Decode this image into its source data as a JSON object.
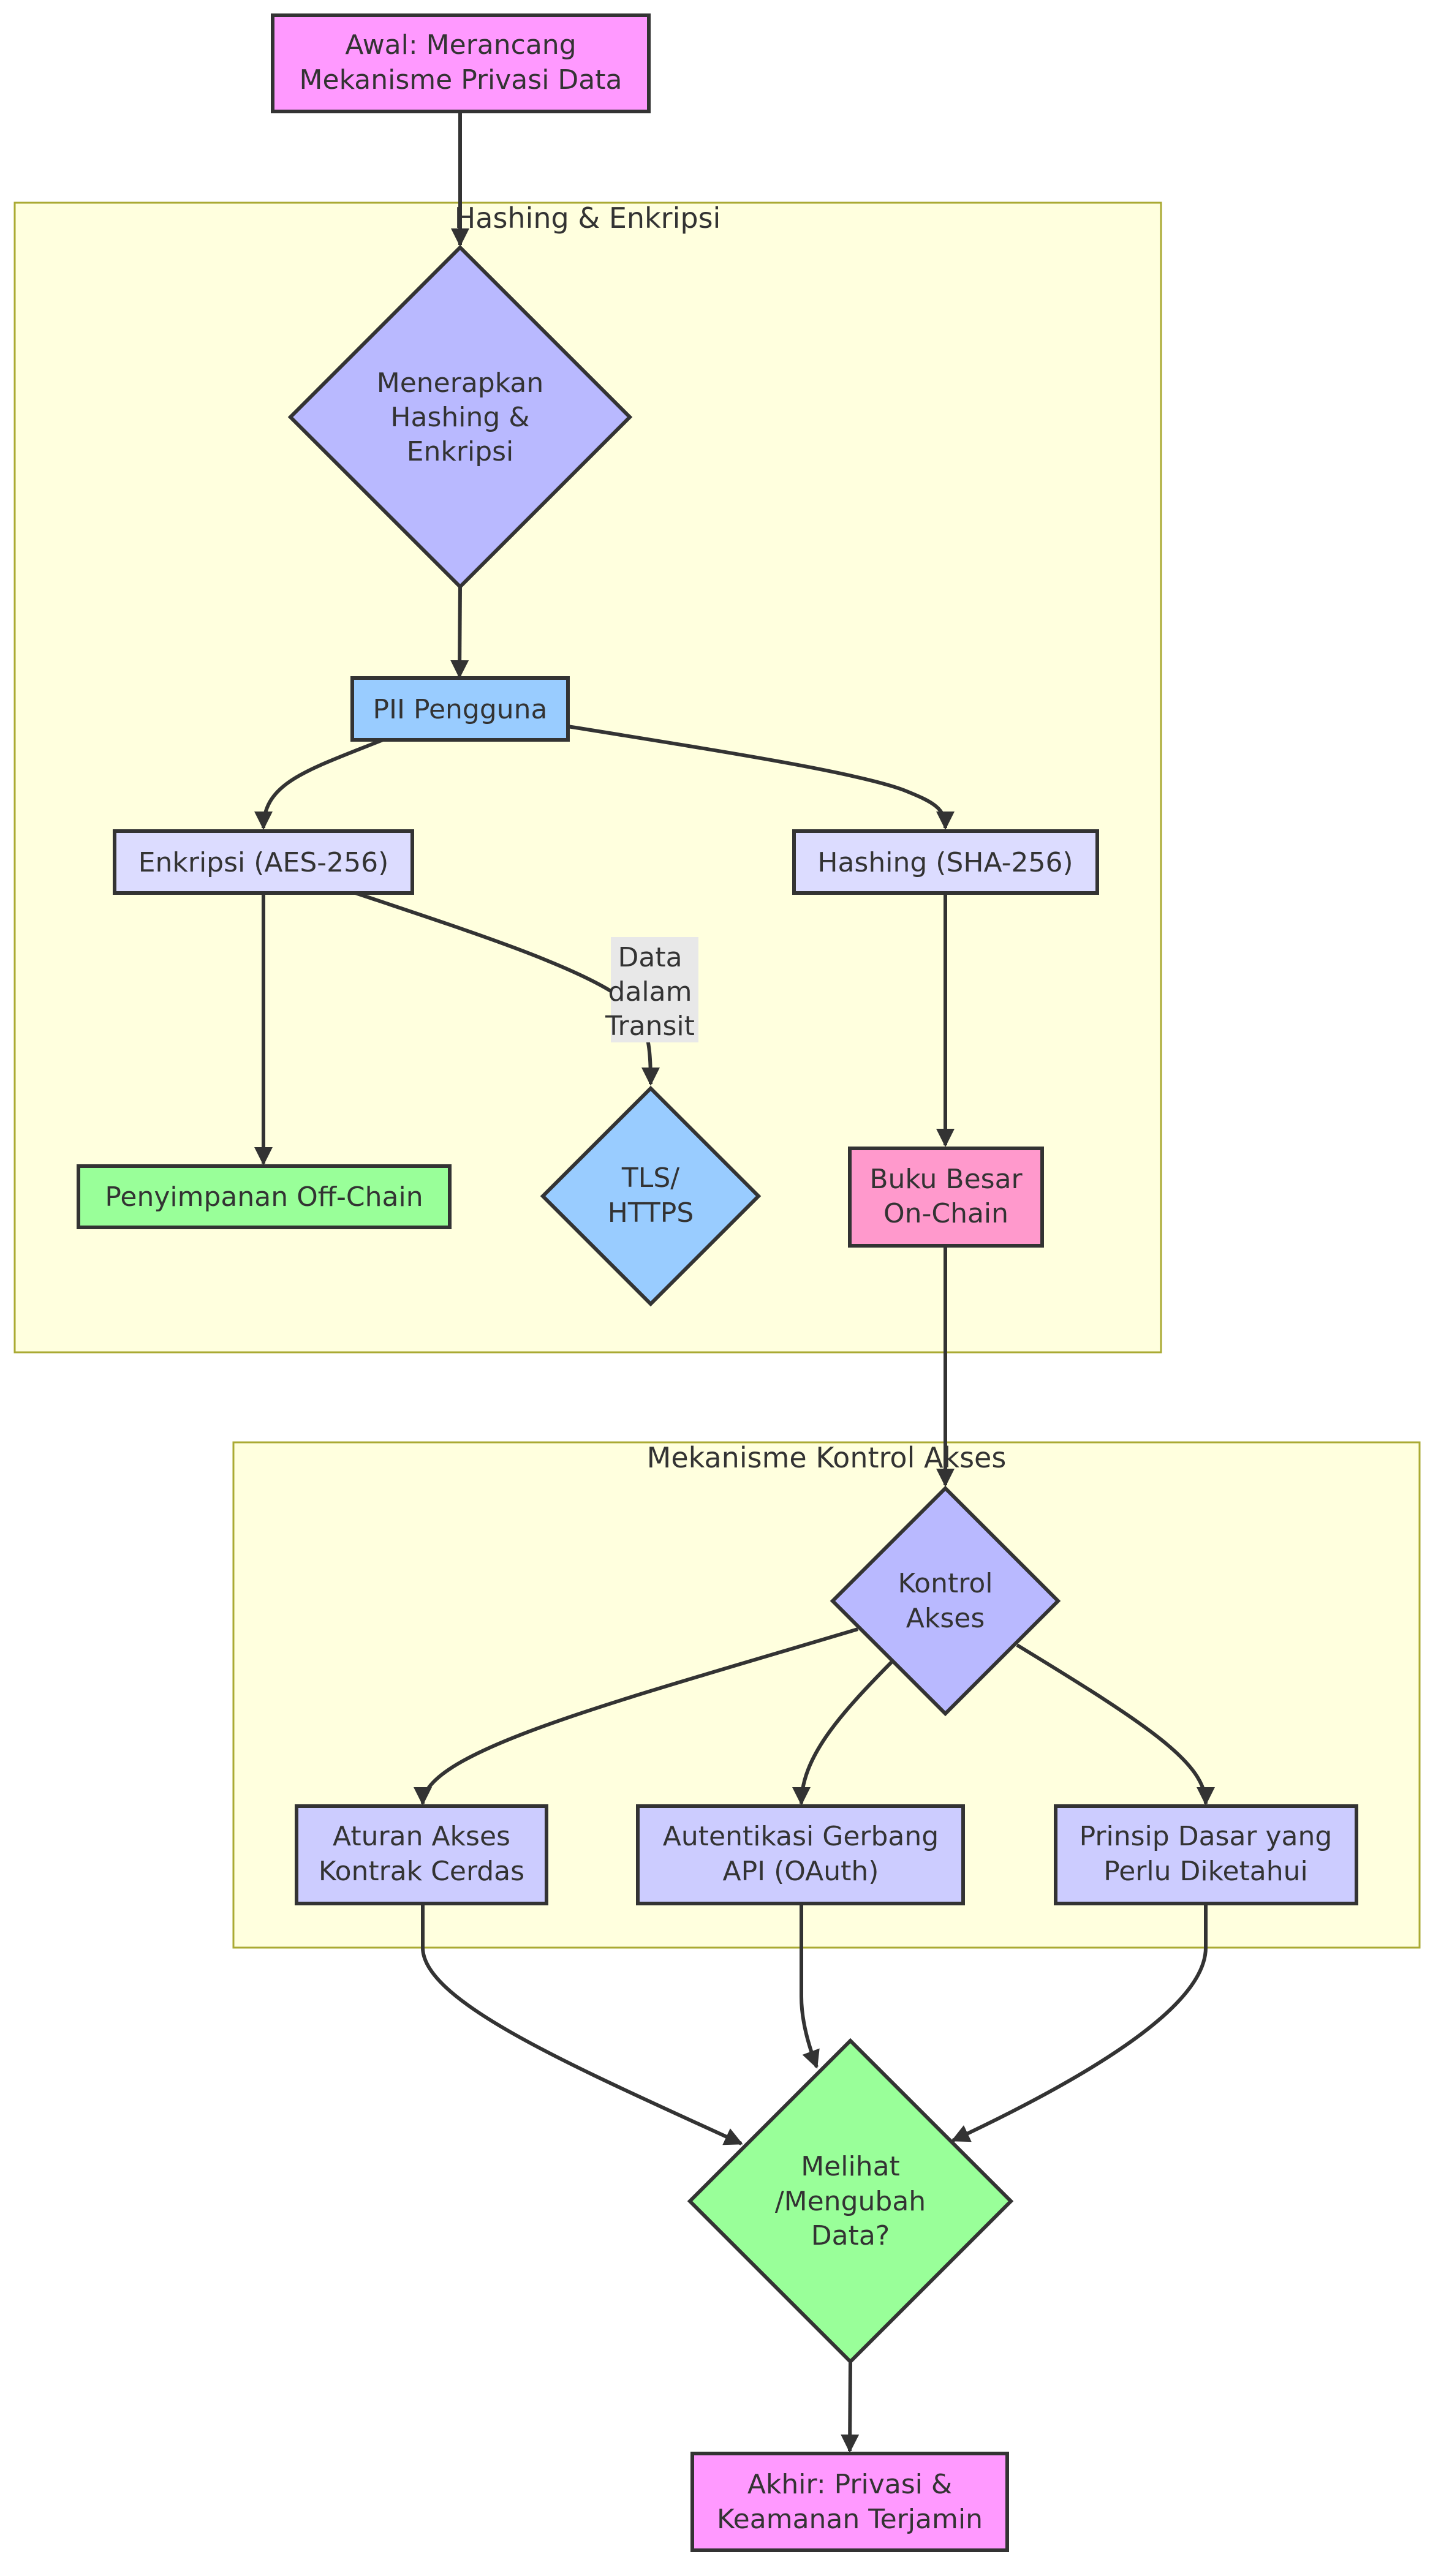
{
  "groups": {
    "hashing": {
      "title": "Hashing & Enkripsi"
    },
    "access": {
      "title": "Mekanisme Kontrol Akses"
    }
  },
  "nodes": {
    "start": {
      "lines": [
        "Awal: Merancang",
        "Mekanisme Privasi Data"
      ]
    },
    "apply": {
      "lines": [
        "Menerapkan",
        "Hashing &",
        "Enkripsi"
      ]
    },
    "pii": {
      "lines": [
        "PII Pengguna"
      ]
    },
    "enc": {
      "lines": [
        "Enkripsi (AES-256)"
      ]
    },
    "hash": {
      "lines": [
        "Hashing (SHA-256)"
      ]
    },
    "offchain": {
      "lines": [
        "Penyimpanan Off-Chain"
      ]
    },
    "tls": {
      "lines": [
        "TLS/",
        "HTTPS"
      ]
    },
    "ledger": {
      "lines": [
        "Buku Besar",
        "On-Chain"
      ]
    },
    "access": {
      "lines": [
        "Kontrol",
        "Akses"
      ]
    },
    "rules": {
      "lines": [
        "Aturan Akses",
        "Kontrak Cerdas"
      ]
    },
    "oauth": {
      "lines": [
        "Autentikasi Gerbang",
        "API (OAuth)"
      ]
    },
    "ntk": {
      "lines": [
        "Prinsip Dasar yang",
        "Perlu Diketahui"
      ]
    },
    "view": {
      "lines": [
        "Melihat",
        "/Mengubah",
        "Data?"
      ]
    },
    "end": {
      "lines": [
        "Akhir: Privasi &",
        "Keamanan Terjamin"
      ]
    }
  },
  "edge_labels": {
    "transit": {
      "lines": [
        "Data",
        "dalam",
        "Transit"
      ]
    }
  },
  "colors": {
    "terminal": "#ff99ff",
    "decision_purple": "#b9b9ff",
    "light_blue": "#99ccff",
    "lavender": "#dcdcff",
    "light_green": "#99ff99",
    "pink": "#ff99cc",
    "access_item": "#ccccff",
    "group_fill": "#ffffde",
    "group_stroke": "#aaaa33",
    "stroke": "#333333"
  }
}
